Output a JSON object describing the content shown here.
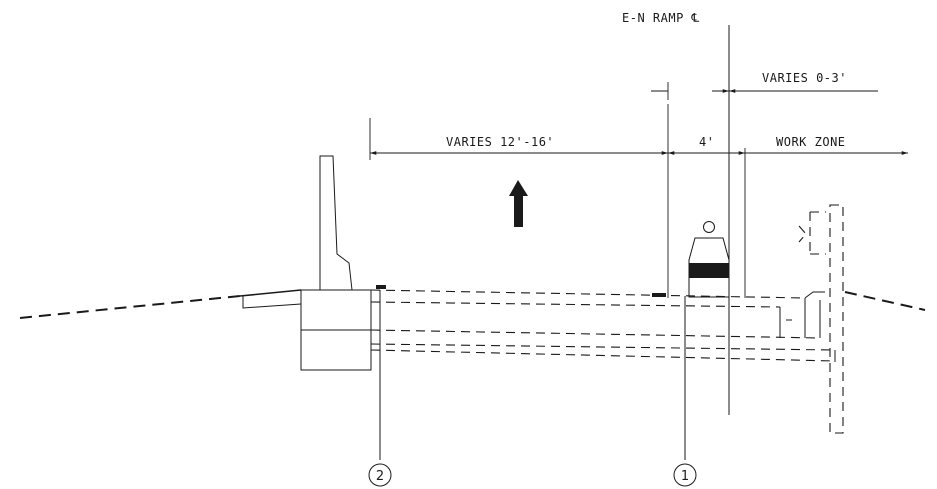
{
  "labels": {
    "centerline": "E-N RAMP ℄",
    "varies_0_3": "VARIES 0-3'",
    "varies_12_16": "VARIES 12'-16'",
    "four_ft": "4'",
    "work_zone": "WORK ZONE"
  },
  "callouts": [
    {
      "id": "2"
    },
    {
      "id": "1"
    }
  ]
}
